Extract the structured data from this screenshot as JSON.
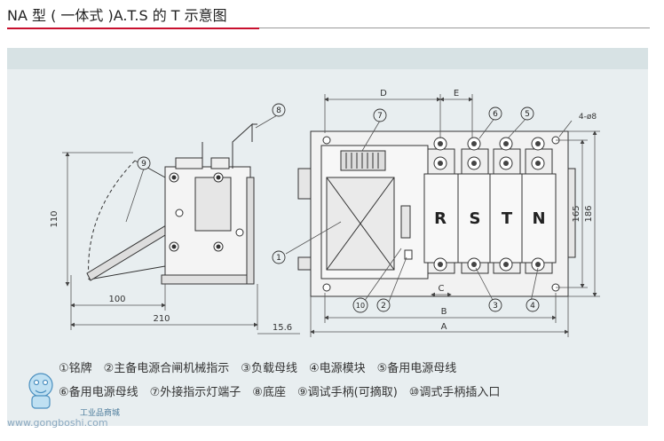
{
  "page_title": "NA 型 ( 一体式 )A.T.S 的 T 示意图",
  "dimensions": {
    "d": "D",
    "e": "E",
    "h110": "110",
    "w100": "100",
    "w210": "210",
    "v15_6": "15.6",
    "b": "B",
    "a": "A",
    "c": "C",
    "h165": "165",
    "h186": "186",
    "holes": "4-ø8"
  },
  "callouts": {
    "c1": "1",
    "c2": "2",
    "c3": "3",
    "c4": "4",
    "c5": "5",
    "c6": "6",
    "c7": "7",
    "c8": "8",
    "c9": "9",
    "c10": "10"
  },
  "phases": {
    "r": "R",
    "s": "S",
    "t": "T",
    "n": "N"
  },
  "legend": {
    "row1": "①铭牌　②主备电源合闸机械指示　③负载母线　④电源模块　⑤备用电源母线",
    "row2": "⑥备用电源母线　⑦外接指示灯端子　⑧底座　⑨调试手柄(可摘取)　⑩调式手柄插入口"
  },
  "watermark": {
    "url": "www.gongboshi.com",
    "name": "工业品商城"
  }
}
